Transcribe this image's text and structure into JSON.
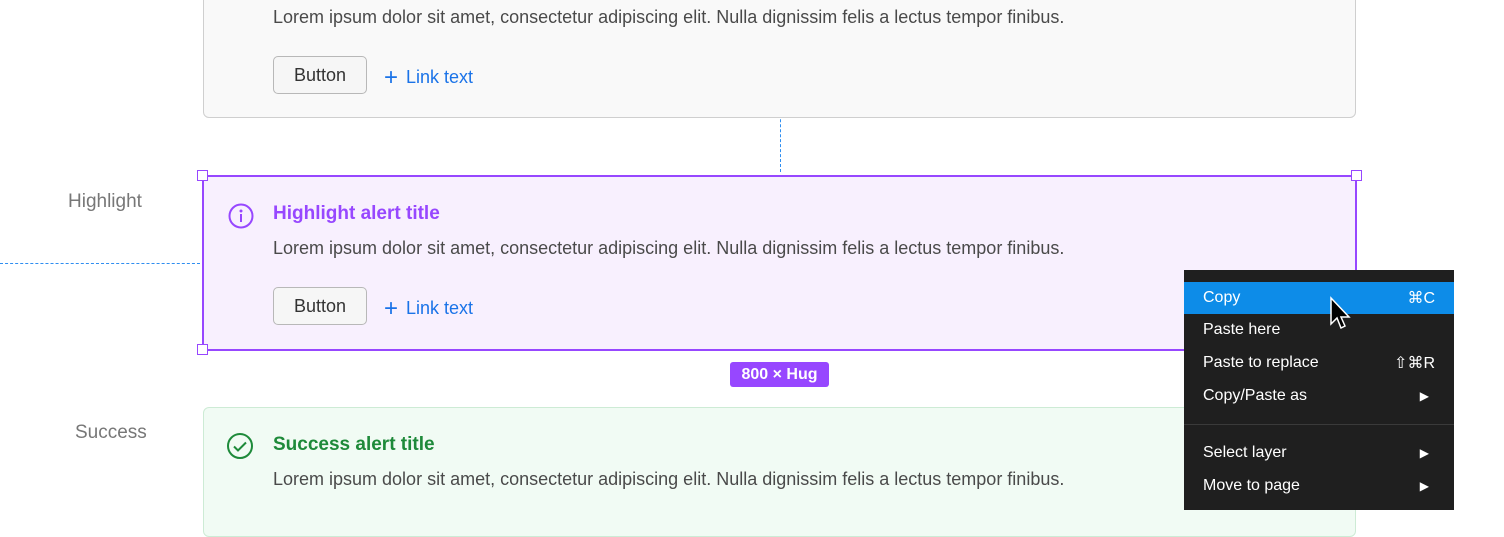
{
  "body_text": "Lorem ipsum dolor sit amet, consectetur adipiscing elit. Nulla dignissim felis a lectus tempor finibus.",
  "top_card": {
    "button": "Button",
    "link": "Link text"
  },
  "highlight": {
    "label": "Highlight",
    "title": "Highlight alert title",
    "button": "Button",
    "link": "Link text",
    "color": "#9747ff"
  },
  "dimension_badge": "800 × Hug",
  "success": {
    "label": "Success",
    "title": "Success alert title",
    "color": "#1e8a3a"
  },
  "context_menu": {
    "items": [
      {
        "label": "Copy",
        "shortcut": "⌘C",
        "active": true
      },
      {
        "label": "Paste here",
        "shortcut": ""
      },
      {
        "label": "Paste to replace",
        "shortcut": "⇧⌘R"
      },
      {
        "label": "Copy/Paste as",
        "shortcut": "▶"
      },
      {
        "label": "Select layer",
        "shortcut": "▶"
      },
      {
        "label": "Move to page",
        "shortcut": "▶"
      }
    ]
  }
}
